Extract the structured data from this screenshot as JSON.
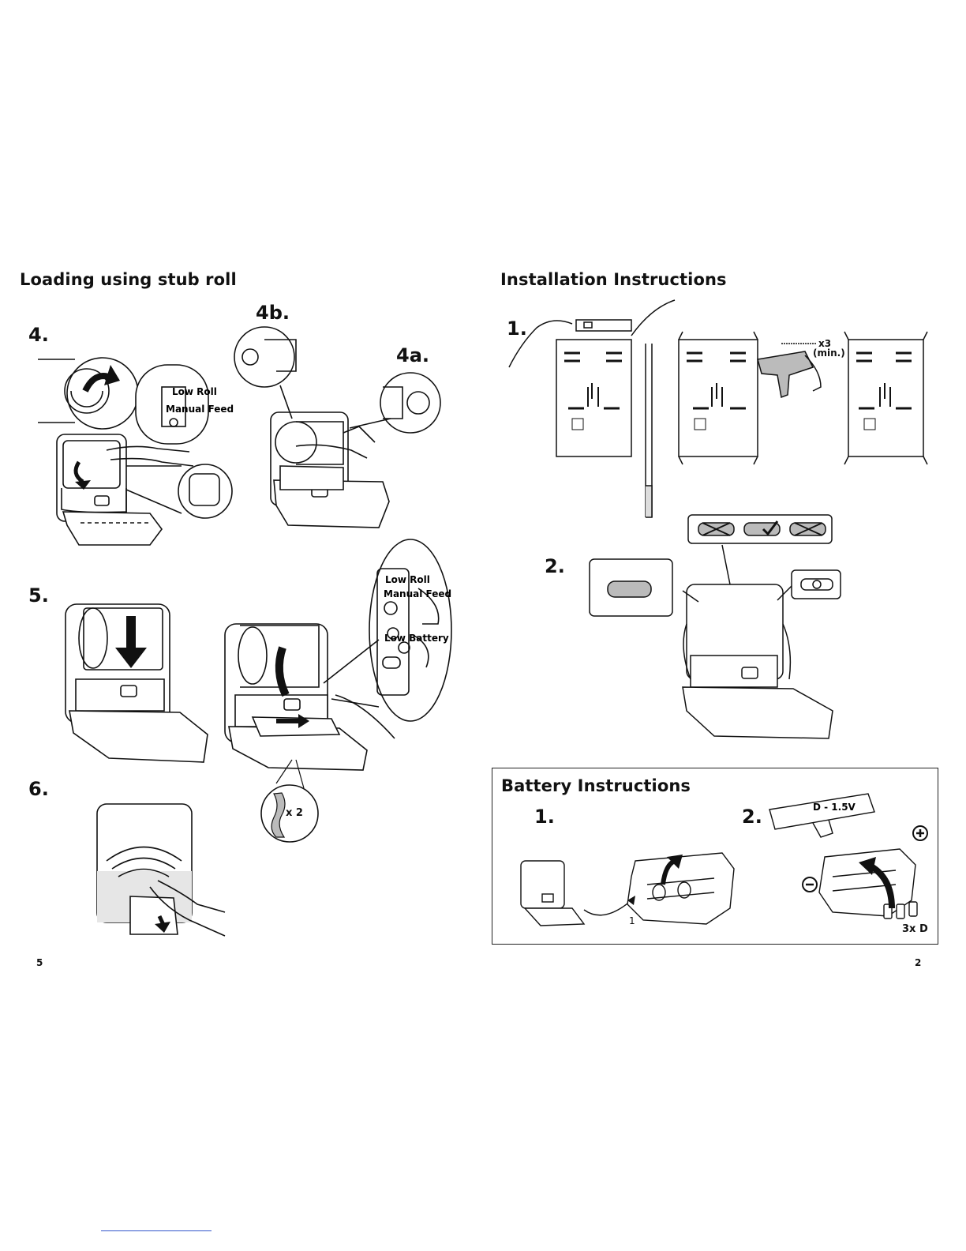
{
  "left_page": {
    "title": "Loading using stub roll",
    "steps": {
      "s4": "4.",
      "s4b": "4b.",
      "s4a": "4a.",
      "s5": "5.",
      "s6": "6."
    },
    "callout_x2": "x 2",
    "panel_labels": {
      "low_roll": "Low Roll",
      "manual_feed": "Manual Feed",
      "low_battery": "Low Battery"
    },
    "page_number": "5"
  },
  "right_page": {
    "title": "Installation Instructions",
    "steps": {
      "s1": "1.",
      "s2": "2."
    },
    "screws_count": "x3",
    "screws_min": "(min.)",
    "battery": {
      "title": "Battery Instructions",
      "step1": "1.",
      "step2": "2.",
      "marker": "1",
      "batteries": "3x D",
      "voltage": "D - 1.5V"
    },
    "page_number": "2"
  },
  "icons": [
    "plus-icon",
    "minus-icon",
    "checkmark-icon",
    "cross-icon",
    "arrow-icon",
    "drill-icon",
    "hand-icon"
  ]
}
